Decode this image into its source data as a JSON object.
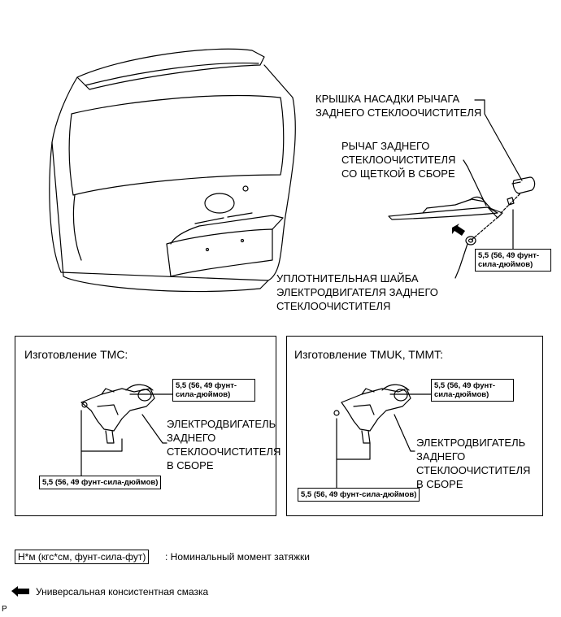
{
  "labels": {
    "cap_line1": "КРЫШКА НАСАДКИ РЫЧАГА",
    "cap_line2": "ЗАДНЕГО СТЕКЛООЧИСТИТЕЛЯ",
    "arm_line1": "РЫЧАГ ЗАДНЕГО",
    "arm_line2": "СТЕКЛООЧИСТИТЕЛЯ",
    "arm_line3": "СО ЩЕТКОЙ В СБОРЕ",
    "washer_line1": "УПЛОТНИТЕЛЬНАЯ ШАЙБА",
    "washer_line2": "ЭЛЕКТРОДВИГАТЕЛЯ ЗАДНЕГО",
    "washer_line3": "СТЕКЛООЧИСТИТЕЛЯ"
  },
  "top_torque": {
    "line1": "5,5 (56, 49 фунт-",
    "line2": "сила-дюймов)"
  },
  "panels": {
    "left": {
      "title": "Изготовление TMC:",
      "torque_top_line1": "5,5 (56, 49 фунт-",
      "torque_top_line2": "сила-дюймов)",
      "torque_bottom": "5,5 (56, 49 фунт-сила-дюймов)",
      "motor_line1": "ЭЛЕКТРОДВИГАТЕЛЬ",
      "motor_line2": "ЗАДНЕГО",
      "motor_line3": "СТЕКЛООЧИСТИТЕЛЯ",
      "motor_line4": "В СБОРЕ"
    },
    "right": {
      "title": "Изготовление TMUK, TMMT:",
      "torque_top_line1": "5,5 (56, 49 фунт-",
      "torque_top_line2": "сила-дюймов)",
      "torque_bottom": "5,5 (56, 49 фунт-сила-дюймов)",
      "motor_line1": "ЭЛЕКТРОДВИГАТЕЛЬ",
      "motor_line2": "ЗАДНЕГО",
      "motor_line3": "СТЕКЛООЧИСТИТЕЛЯ",
      "motor_line4": "В СБОРЕ"
    }
  },
  "legend": {
    "unit_box": "Н*м (кгс*см, фунт-сила-фут)",
    "unit_desc": ": Номинальный момент затяжки",
    "grease_desc": "Универсальная консистентная смазка"
  },
  "page_mark": "P"
}
